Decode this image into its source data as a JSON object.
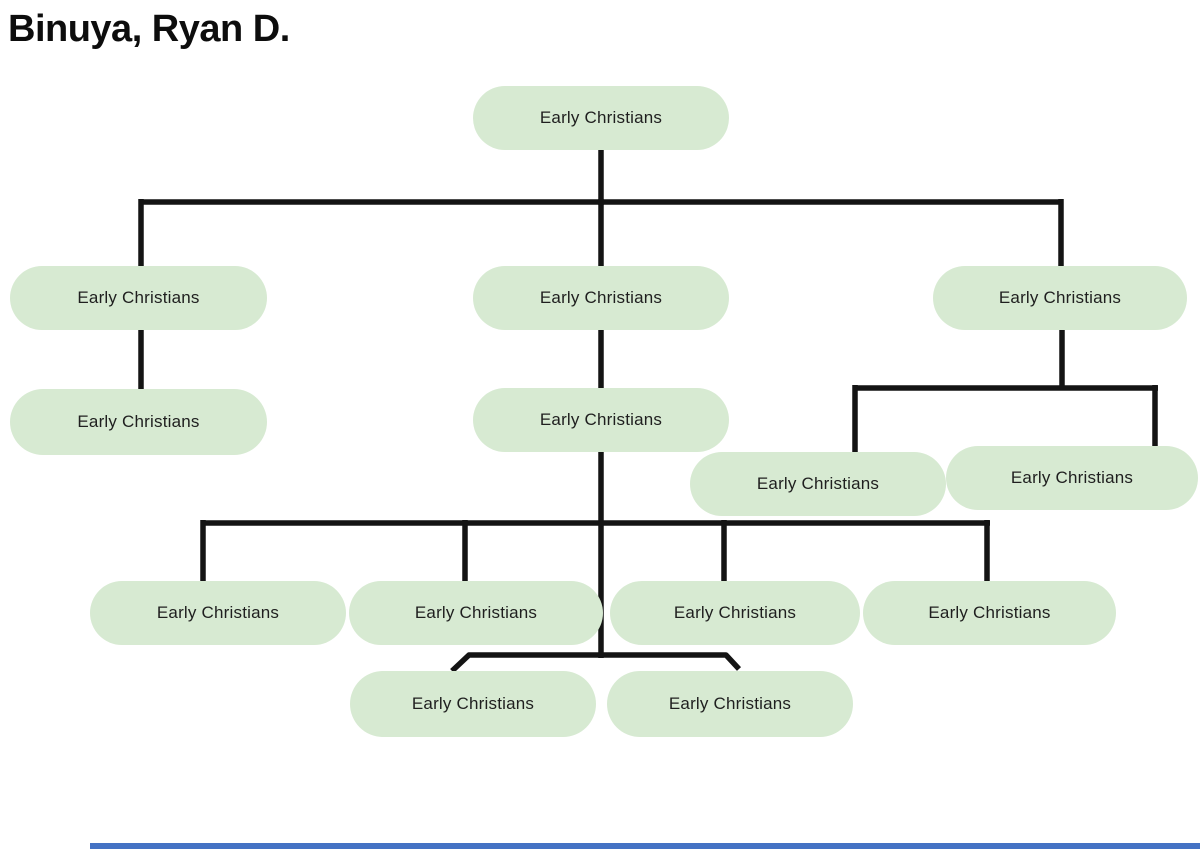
{
  "title": "Binuya, Ryan D.",
  "colors": {
    "background": "#ffffff",
    "node_fill": "#d7ead2",
    "node_text": "#1f1f1f",
    "connector": "#141414",
    "footer_bar": "#4472c4"
  },
  "diagram": {
    "type": "org-chart",
    "nodes": [
      {
        "id": "root",
        "label": "Early Christians",
        "parent": null
      },
      {
        "id": "l1",
        "label": "Early Christians",
        "parent": "root"
      },
      {
        "id": "c1",
        "label": "Early Christians",
        "parent": "root"
      },
      {
        "id": "r1",
        "label": "Early Christians",
        "parent": "root"
      },
      {
        "id": "l2",
        "label": "Early Christians",
        "parent": "l1"
      },
      {
        "id": "c2",
        "label": "Early Christians",
        "parent": "c1"
      },
      {
        "id": "r2a",
        "label": "Early Christians",
        "parent": "r1"
      },
      {
        "id": "r2b",
        "label": "Early Christians",
        "parent": "r1"
      },
      {
        "id": "c3a",
        "label": "Early Christians",
        "parent": "c2"
      },
      {
        "id": "c3b",
        "label": "Early Christians",
        "parent": "c2"
      },
      {
        "id": "c3c",
        "label": "Early Christians",
        "parent": "c2"
      },
      {
        "id": "c3d",
        "label": "Early Christians",
        "parent": "c2"
      },
      {
        "id": "c4a",
        "label": "Early Christians",
        "parent": "c2"
      },
      {
        "id": "c4b",
        "label": "Early Christians",
        "parent": "c2"
      }
    ]
  }
}
